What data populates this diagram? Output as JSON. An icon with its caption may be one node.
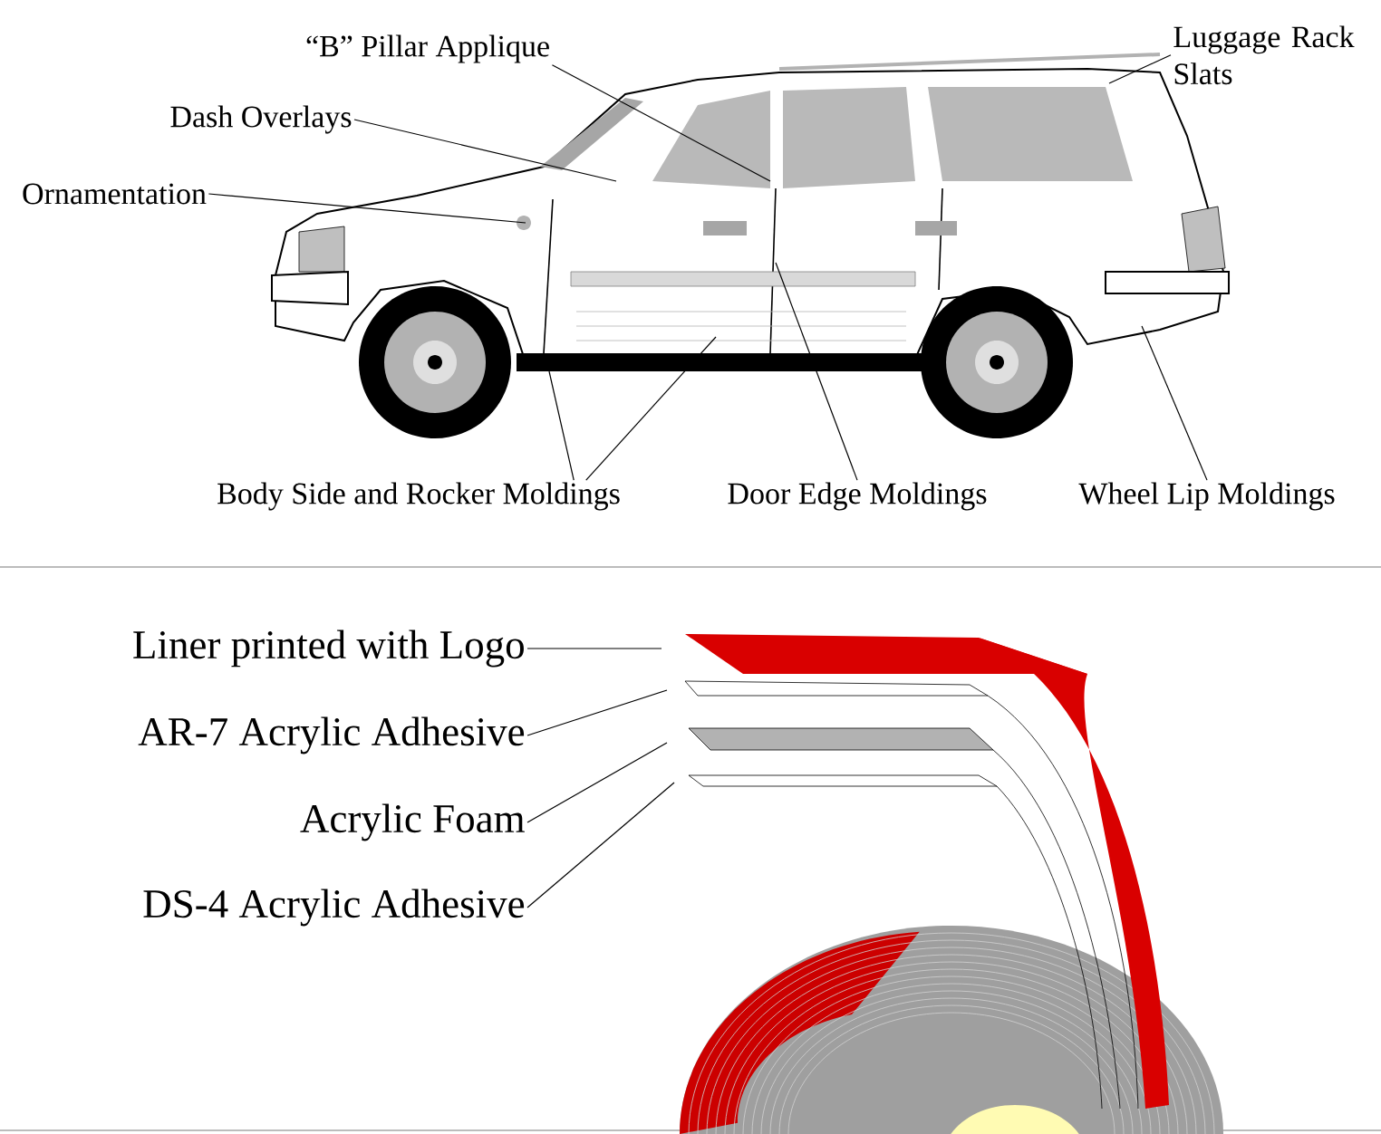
{
  "diagram": {
    "nodes": [
      {
        "text": [
          "“B” Pillar Applique"
        ]
      },
      {
        "text": [
          "Dash Overlays"
        ]
      },
      {
        "text": [
          "Ornamentation"
        ]
      },
      {
        "text": [
          "Luggage Rack Slats"
        ]
      },
      {
        "text": [
          "Body Side and Rocker Moldings"
        ]
      },
      {
        "text": [
          "Door Edge Moldings"
        ]
      },
      {
        "text": [
          "Wheel Lip Moldings"
        ]
      },
      {
        "text": [
          "Liner printed with Logo"
        ]
      },
      {
        "text": [
          "AR-7 Acrylic Adhesive"
        ]
      },
      {
        "text": [
          "Acrylic Foam"
        ]
      },
      {
        "text": [
          "DS-4 Acrylic Adhesive"
        ]
      }
    ],
    "edges": [
      {
        "from": 0,
        "to": null,
        "arrow": "none"
      },
      {
        "from": 1,
        "to": null,
        "arrow": "none"
      },
      {
        "from": 2,
        "to": null,
        "arrow": "none"
      },
      {
        "from": 3,
        "to": null,
        "arrow": "none"
      },
      {
        "from": 4,
        "to": null,
        "arrow": "none"
      },
      {
        "from": 4,
        "to": null,
        "arrow": "none"
      },
      {
        "from": 5,
        "to": null,
        "arrow": "none"
      },
      {
        "from": 6,
        "to": null,
        "arrow": "none"
      },
      {
        "from": 7,
        "to": null,
        "arrow": "none"
      },
      {
        "from": 8,
        "to": null,
        "arrow": "none"
      },
      {
        "from": 9,
        "to": null,
        "arrow": "none"
      },
      {
        "from": 10,
        "to": null,
        "arrow": "none"
      }
    ]
  }
}
